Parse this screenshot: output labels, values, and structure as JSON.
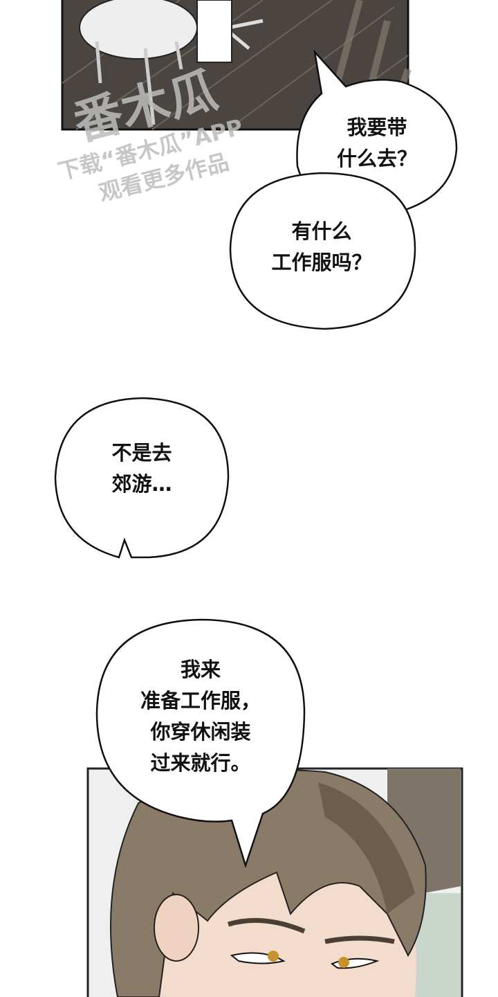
{
  "bubbles": [
    {
      "lines": [
        "我要带",
        "什么去？"
      ]
    },
    {
      "lines": [
        "有什么",
        "工作服吗？"
      ]
    },
    {
      "lines": [
        "不是去",
        "郊游…"
      ]
    },
    {
      "lines": [
        "我来",
        "准备工作服，",
        "你穿休闲装",
        "过来就行。"
      ]
    }
  ],
  "watermark": {
    "logo": "番木瓜",
    "line1": "下载“番木瓜”APP",
    "line2": "观看更多作品"
  },
  "colors": {
    "floor": "#4a4540",
    "hair": "#8a7a68",
    "skin": "#f3dccb",
    "eyes": "#c8922a",
    "tile": "#c9d6cc"
  }
}
